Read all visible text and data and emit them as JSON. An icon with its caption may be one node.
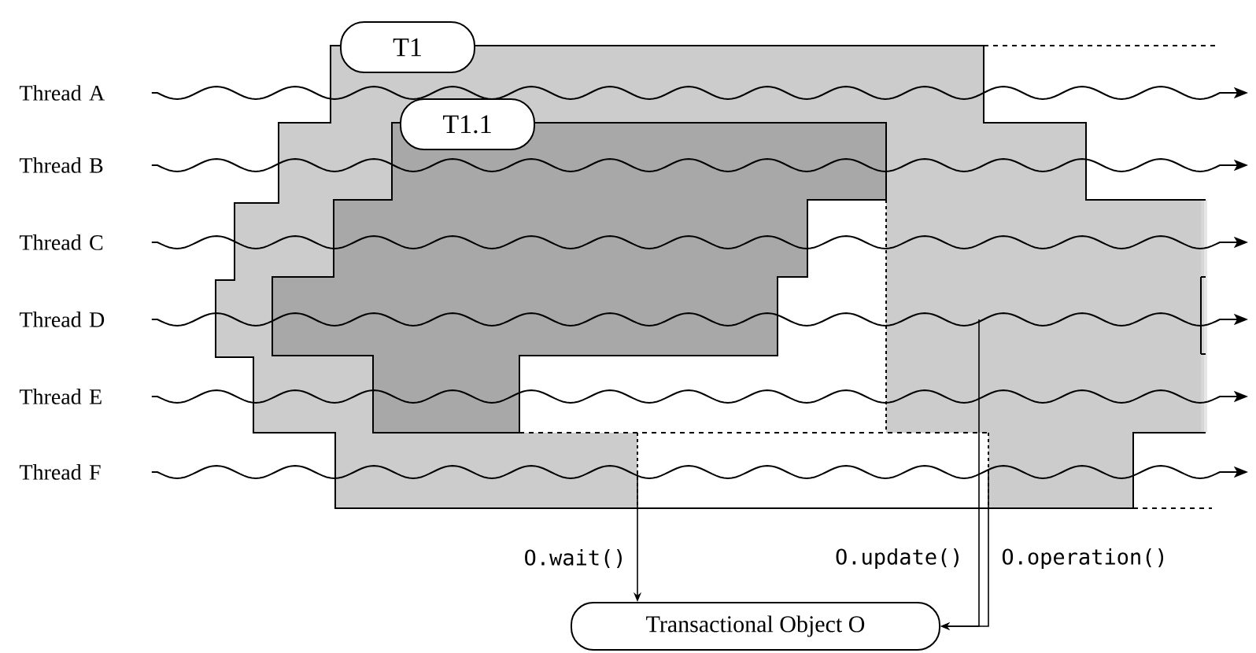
{
  "diagram": {
    "nodes": [
      {
        "text": [
          "T1"
        ]
      },
      {
        "text": [
          "T1.1"
        ],
        "in": 0
      },
      {
        "text": [
          "Thread A"
        ]
      },
      {
        "text": [
          "Thread B"
        ]
      },
      {
        "text": [
          "Thread C"
        ]
      },
      {
        "text": [
          "Thread D"
        ]
      },
      {
        "text": [
          "Thread E"
        ]
      },
      {
        "text": [
          "Thread F"
        ]
      },
      {
        "text": [
          "Transactional Object O"
        ]
      }
    ],
    "edges": [
      {
        "from": 2,
        "to": null,
        "arrow": "to"
      },
      {
        "from": 3,
        "to": null,
        "arrow": "to"
      },
      {
        "from": 4,
        "to": null,
        "arrow": "to"
      },
      {
        "from": 5,
        "to": null,
        "arrow": "to"
      },
      {
        "from": 6,
        "to": null,
        "arrow": "to"
      },
      {
        "from": 7,
        "to": null,
        "arrow": "to"
      },
      {
        "from": null,
        "to": 8,
        "arrow": "to",
        "label": "O.wait()"
      },
      {
        "from": null,
        "to": 8,
        "arrow": "to",
        "label": "O.update()"
      },
      {
        "from": null,
        "to": 8,
        "arrow": "to",
        "label": "O.operation()"
      }
    ]
  }
}
